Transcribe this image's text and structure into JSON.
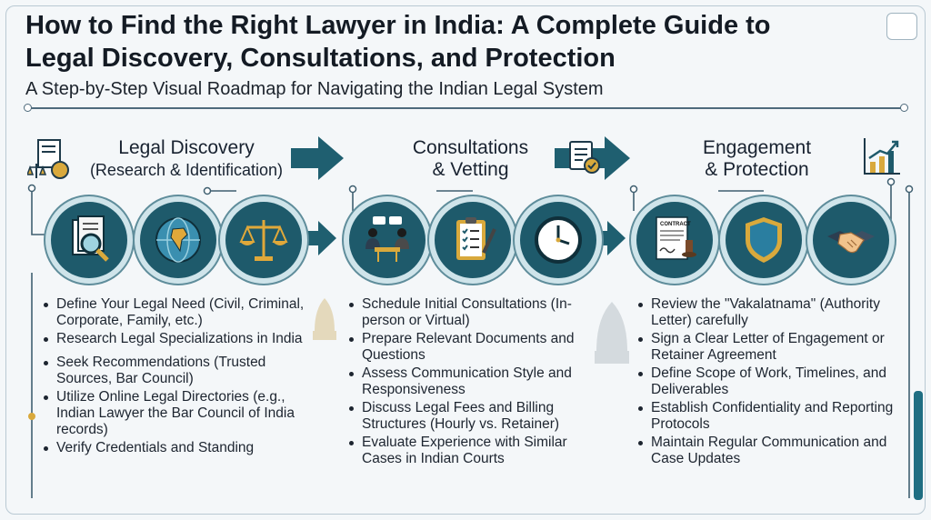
{
  "header": {
    "title_line1": "How to Find the Right Lawyer in India: A Complete Guide to",
    "title_line2": "Legal Discovery, Consultations, and Protection",
    "subtitle": "A Step-by-Step Visual Roadmap for Navigating the Indian Legal System"
  },
  "stages": [
    {
      "title": "Legal Discovery",
      "subtitle": "(Research & Identification)",
      "icons": [
        "document-magnifier-icon",
        "india-globe-icon",
        "scales-of-justice-icon"
      ],
      "header_icon": "law-documents-icon",
      "bullets": [
        "Define Your Legal Need (Civil, Criminal, Corporate, Family, etc.)",
        "Research Legal Specializations in India",
        "Seek Recommendations (Trusted Sources, Bar Council)",
        "Utilize Online Legal Directories (e.g., Indian Lawyer the Bar Council of India records)",
        "Verify Credentials and Standing"
      ]
    },
    {
      "title": "Consultations",
      "subtitle": "& Vetting",
      "icons": [
        "consultation-meeting-icon",
        "clipboard-checklist-icon",
        "clock-icon"
      ],
      "header_icon": "checklist-icon",
      "bullets": [
        "Schedule Initial Consultations (In-person or Virtual)",
        "Prepare Relevant Documents and Questions",
        "Assess Communication Style and Responsiveness",
        "Discuss Legal Fees and Billing Structures (Hourly vs. Retainer)",
        "Evaluate Experience with Similar Cases in Indian Courts"
      ]
    },
    {
      "title": "Engagement",
      "subtitle": "& Protection",
      "icons": [
        "signed-contract-icon",
        "shield-icon",
        "handshake-icon"
      ],
      "header_icon": "growth-chart-icon",
      "contract_label": "CONTRACT",
      "bullets": [
        "Review the \"Vakalatnama\" (Authority Letter) carefully",
        "Sign a Clear Letter of Engagement or Retainer Agreement",
        "Define Scope of Work, Timelines, and Deliverables",
        "Establish Confidentiality and Reporting Protocols",
        "Maintain Regular Communication and Case Updates"
      ]
    }
  ],
  "colors": {
    "teal_dark": "#1e5a6b",
    "teal_ring": "#cfe4ea",
    "arrow": "#1f5f70",
    "gold": "#d9a93c"
  }
}
